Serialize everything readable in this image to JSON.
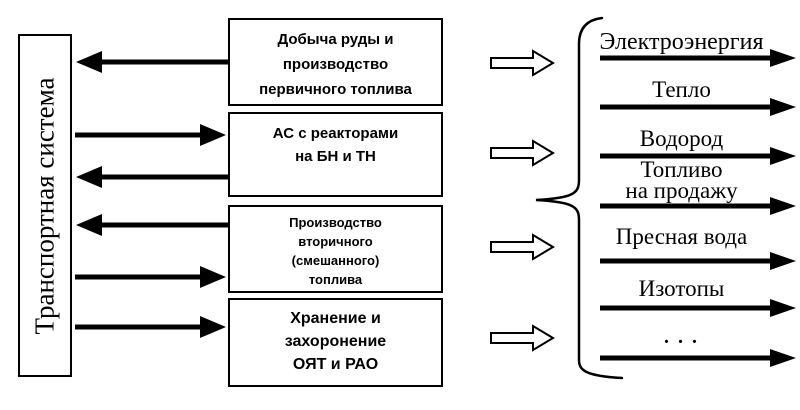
{
  "diagram": {
    "left_box": {
      "label": "Транспортная система"
    },
    "process_boxes": [
      {
        "lines": [
          "Добыча руды и",
          "производство",
          "первичного топлива"
        ]
      },
      {
        "lines": [
          "АС с реакторами",
          "на БН и ТН"
        ]
      },
      {
        "lines": [
          "Производство",
          "вторичного",
          "(смешанного)",
          "топлива"
        ]
      },
      {
        "lines": [
          "Хранение и",
          "захоронение",
          "ОЯТ и РАО"
        ]
      }
    ],
    "outputs": [
      {
        "lines": [
          "Электроэнергия"
        ]
      },
      {
        "lines": [
          "Тепло"
        ]
      },
      {
        "lines": [
          "Водород"
        ]
      },
      {
        "lines": [
          "Топливо",
          "на продажу"
        ]
      },
      {
        "lines": [
          "Пресная вода"
        ]
      },
      {
        "lines": [
          "Изотопы"
        ]
      },
      {
        "lines": [
          ". . ."
        ]
      }
    ],
    "colors": {
      "ink": "#000000",
      "paper": "#ffffff"
    }
  }
}
